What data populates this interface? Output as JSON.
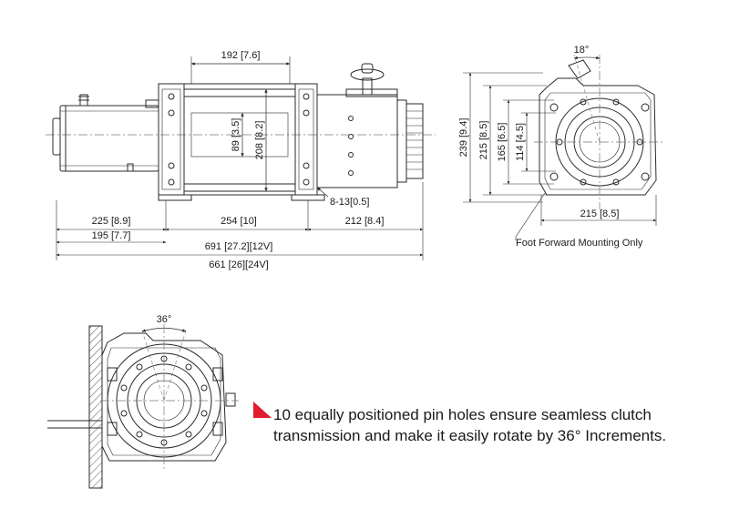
{
  "dimensions": {
    "drum_length": "192 [7.6]",
    "drum_dia": "89 [3.5]",
    "flange_dia": "208 [8.2]",
    "motor_len": "225 [8.9]",
    "motor_len_24v": "195 [7.7]",
    "mount_len": "254 [10]",
    "gearbox_len": "212 [8.4]",
    "bolt_spec": "8-13[0.5]",
    "total_12v": "691 [27.2][12V]",
    "total_24v": "661 [26][24V]",
    "angle_18": "18°",
    "height_239": "239 [9.4]",
    "height_215": "215 [8.5]",
    "height_165": "165 [6.5]",
    "height_114": "114 [4.5]",
    "width_215": "215 [8.5]",
    "angle_36": "36°"
  },
  "labels": {
    "foot_forward": "Foot Forward Mounting Only"
  },
  "callout": {
    "text": "10 equally positioned pin holes ensure seamless clutch transmission and make it easily rotate by 36° Increments.",
    "marker_color": "#e01e2d"
  },
  "colors": {
    "line": "#2a2a2a",
    "centerline": "#777777",
    "accent": "#e01e2d"
  }
}
